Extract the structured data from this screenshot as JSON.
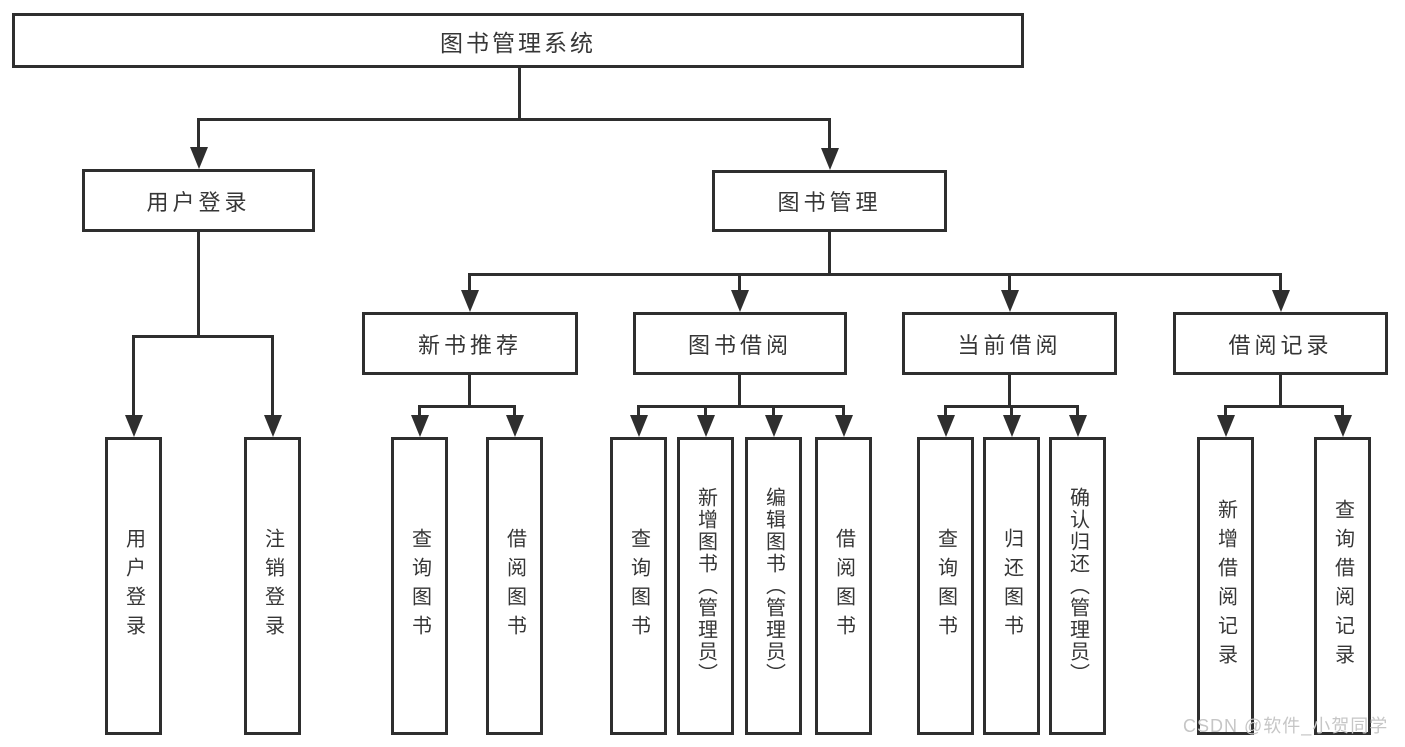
{
  "tree": {
    "root": {
      "label": "图书管理系统"
    },
    "branches": [
      {
        "label": "用户登录",
        "children": [
          {
            "label": "用户登录"
          },
          {
            "label": "注销登录"
          }
        ]
      },
      {
        "label": "图书管理",
        "groups": [
          {
            "label": "新书推荐",
            "children": [
              {
                "label": "查询图书"
              },
              {
                "label": "借阅图书"
              }
            ]
          },
          {
            "label": "图书借阅",
            "children": [
              {
                "label": "查询图书"
              },
              {
                "label": "新增图书（管理员）"
              },
              {
                "label": "编辑图书（管理员）"
              },
              {
                "label": "借阅图书"
              }
            ]
          },
          {
            "label": "当前借阅",
            "children": [
              {
                "label": "查询图书"
              },
              {
                "label": "归还图书"
              },
              {
                "label": "确认归还（管理员）"
              }
            ]
          },
          {
            "label": "借阅记录",
            "children": [
              {
                "label": "新增借阅记录"
              },
              {
                "label": "查询借阅记录"
              }
            ]
          }
        ]
      }
    ]
  },
  "watermark": {
    "text": "CSDN @软件_小贺同学"
  },
  "colors": {
    "line": "#2e2e2e",
    "text": "#363636",
    "background": "#ffffff",
    "watermark": "#c6c6c6"
  }
}
